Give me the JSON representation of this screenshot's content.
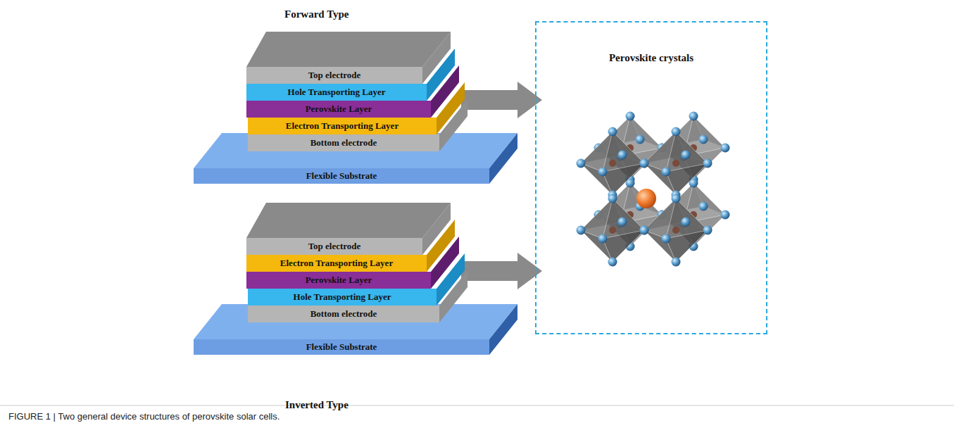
{
  "diagram": {
    "caption": "FIGURE 1 | Two general device structures of perovskite solar cells.",
    "nodes": [
      {
        "text": [
          "Top electrode"
        ]
      },
      {
        "text": [
          "Hole Transporting Layer"
        ]
      },
      {
        "text": [
          "Perovskite Layer"
        ]
      },
      {
        "text": [
          "Electron Transporting Layer"
        ]
      },
      {
        "text": [
          "Bottom electrode"
        ]
      },
      {
        "text": [
          "Flexible Substrate"
        ]
      },
      {
        "text": [
          "Top electrode"
        ]
      },
      {
        "text": [
          "Electron Transporting Layer"
        ]
      },
      {
        "text": [
          "Perovskite Layer"
        ]
      },
      {
        "text": [
          "Hole Transporting Layer"
        ]
      },
      {
        "text": [
          "Bottom electrode"
        ]
      },
      {
        "text": [
          "Flexible Substrate"
        ]
      },
      {
        "text": [
          "Perovskite crystals"
        ]
      }
    ],
    "labels": [
      "Forward Type",
      "Inverted Type"
    ]
  }
}
